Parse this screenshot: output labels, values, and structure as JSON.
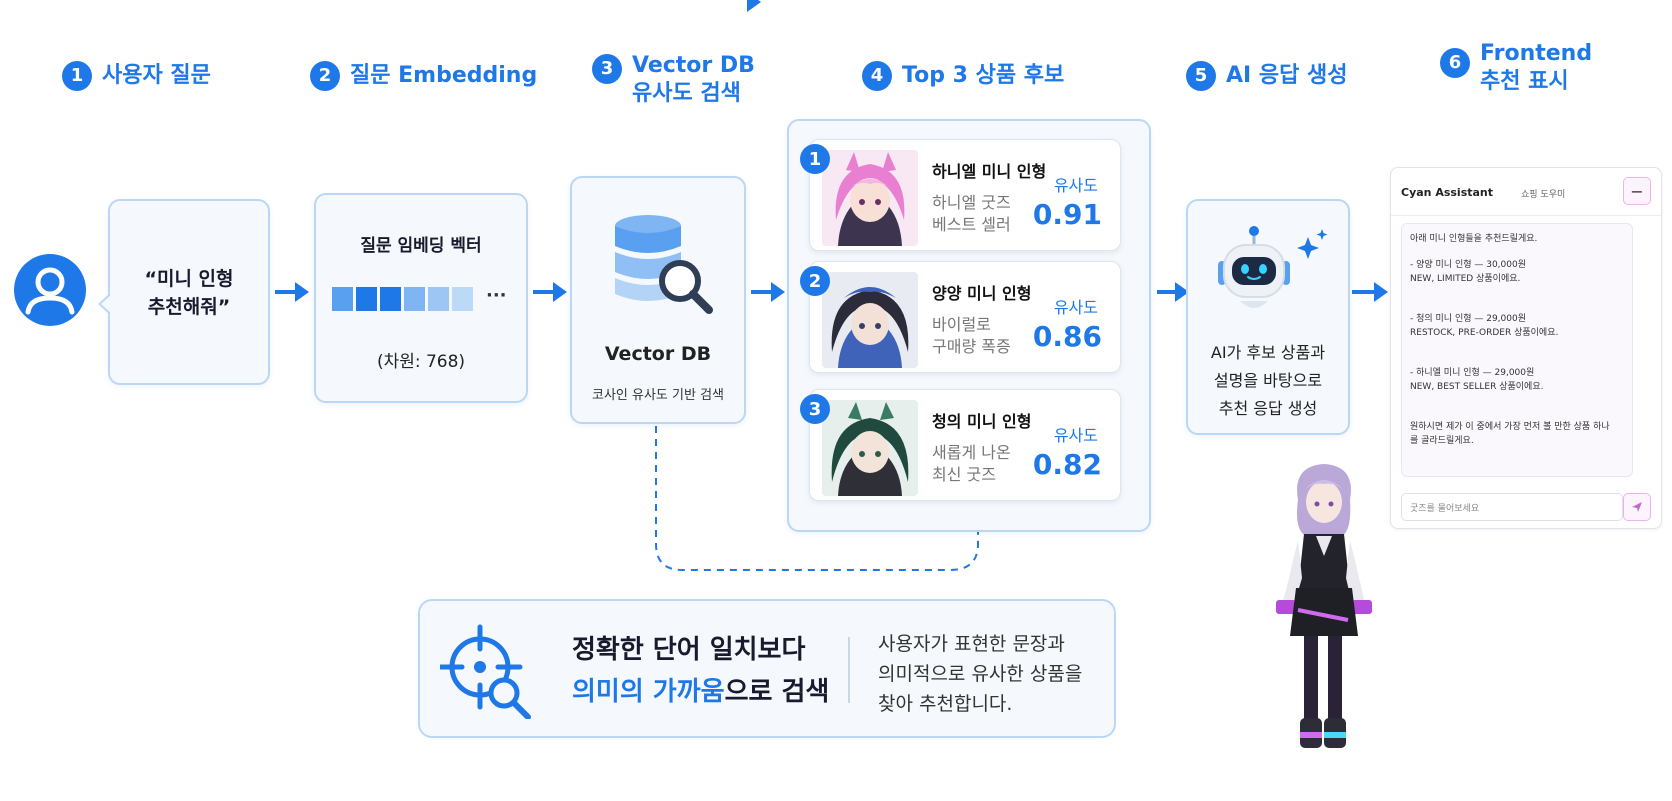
{
  "steps": [
    {
      "num": "1",
      "lines": [
        "사용자 질문"
      ]
    },
    {
      "num": "2",
      "lines": [
        "질문 Embedding"
      ]
    },
    {
      "num": "3",
      "lines": [
        "Vector DB",
        "유사도 검색"
      ]
    },
    {
      "num": "4",
      "lines": [
        "Top 3 상품 후보"
      ]
    },
    {
      "num": "5",
      "lines": [
        "AI 응답 생성"
      ]
    },
    {
      "num": "6",
      "lines": [
        "Frontend",
        "추천 표시"
      ]
    }
  ],
  "query": {
    "line1": "“미니 인형",
    "line2": "추천해줘”"
  },
  "embedding": {
    "title": "질문 임베딩 벡터",
    "dots": "···",
    "dims": "(차원: 768)"
  },
  "vector_db": {
    "title": "Vector DB",
    "subtitle": "코사인 유사도 기반 검색"
  },
  "products": [
    {
      "num": "1",
      "name": "하니엘 미니 인형",
      "desc1": "하니엘 굿즈",
      "desc2": "베스트 셀러",
      "sim_label": "유사도",
      "sim_value": "0.91",
      "hair": "#e87fd0",
      "accent": "#f5b4e6"
    },
    {
      "num": "2",
      "name": "양양 미니 인형",
      "desc1": "바이럴로",
      "desc2": "구매량 폭증",
      "sim_label": "유사도",
      "sim_value": "0.86",
      "hair": "#2b2b3a",
      "accent": "#3f63b8"
    },
    {
      "num": "3",
      "name": "청의 미니 인형",
      "desc1": "새롭게 나온",
      "desc2": "최신 굿즈",
      "sim_label": "유사도",
      "sim_value": "0.82",
      "hair": "#214a3f",
      "accent": "#3b7a63"
    }
  ],
  "ai": {
    "line1": "AI가 후보 상품과",
    "line2": "설명을 바탕으로",
    "line3": "추천 응답 생성"
  },
  "assistant": {
    "title": "Cyan Assistant",
    "subtitle": "쇼핑 도우미",
    "minimize": "−",
    "messages": [
      "아래 미니 인형들을 추천드릴게요.",
      "- 양양 미니 인형 — 30,000원\nNEW, LIMITED 상품이에요.",
      "- 청의 미니 인형 — 29,000원\nRESTOCK, PRE-ORDER 상품이에요.",
      "- 하니엘 미니 인형 — 29,000원\nNEW, BEST SELLER 상품이에요.",
      "원하시면 제가 이 중에서 가장 먼저 볼 만한 상품 하나\n를 골라드릴게요."
    ],
    "placeholder": "굿즈를 물어보세요"
  },
  "banner": {
    "line1": "정확한 단어 일치보다",
    "highlight": "의미의 가까움",
    "line2_rest": "으로 검색",
    "desc1": "사용자가 표현한 문장과",
    "desc2": "의미적으로 유사한 상품을",
    "desc3": "찾아 추천합니다."
  },
  "colors": {
    "primary": "#1f78e8",
    "card_bg": "#f5f9fe",
    "card_border": "#bcd7f5"
  }
}
